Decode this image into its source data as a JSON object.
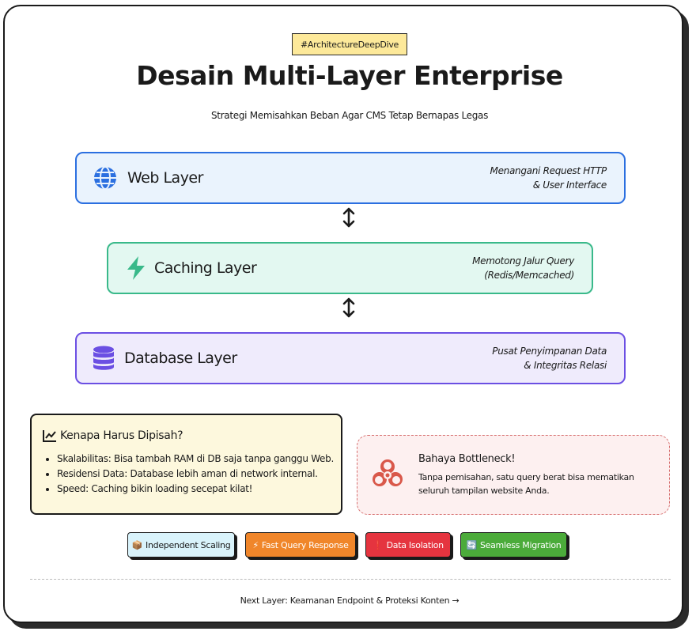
{
  "hashtag": "#ArchitectureDeepDive",
  "title": "Desain Multi-Layer Enterprise",
  "subtitle": "Strategi Memisahkan Beban Agar CMS Tetap Bernapas Legas",
  "layers": [
    {
      "name": "Web Layer",
      "desc1": "Menangani Request HTTP",
      "desc2": "& User Interface",
      "icon": "globe-icon",
      "color": "#2b6fe0"
    },
    {
      "name": "Caching Layer",
      "desc1": "Memotong Jalur Query",
      "desc2": "(Redis/Memcached)",
      "icon": "lightning-icon",
      "color": "#39b98a"
    },
    {
      "name": "Database Layer",
      "desc1": "Pusat Penyimpanan Data",
      "desc2": "& Integritas Relasi",
      "icon": "database-icon",
      "color": "#6b4fe3"
    }
  ],
  "why": {
    "title": "Kenapa Harus Dipisah?",
    "items": [
      {
        "label": "Skalabilitas:",
        "text": " Bisa tambah RAM di DB saja tanpa ganggu Web."
      },
      {
        "label": "Residensi Data:",
        "text": " Database lebih aman di network internal."
      },
      {
        "label": "Speed:",
        "text": " Caching bikin loading secepat kilat!"
      }
    ]
  },
  "warning": {
    "title": "Bahaya Bottleneck!",
    "text": "Tanpa pemisahan, satu query berat bisa mematikan seluruh tampilan website Anda."
  },
  "pills": [
    {
      "icon": "📦",
      "label": "Independent Scaling",
      "bg": "#d9f3fb",
      "fg": "#1a1a1a"
    },
    {
      "icon": "⚡",
      "label": "Fast Query Response",
      "bg": "#f0862a",
      "fg": "#ffffff"
    },
    {
      "icon": "❗",
      "label": "Data Isolation",
      "bg": "#e5343f",
      "fg": "#ffffff"
    },
    {
      "icon": "🔄",
      "label": "Seamless Migration",
      "bg": "#4bab3a",
      "fg": "#ffffff"
    }
  ],
  "footer": "Next Layer: Keamanan Endpoint & Proteksi Konten →"
}
